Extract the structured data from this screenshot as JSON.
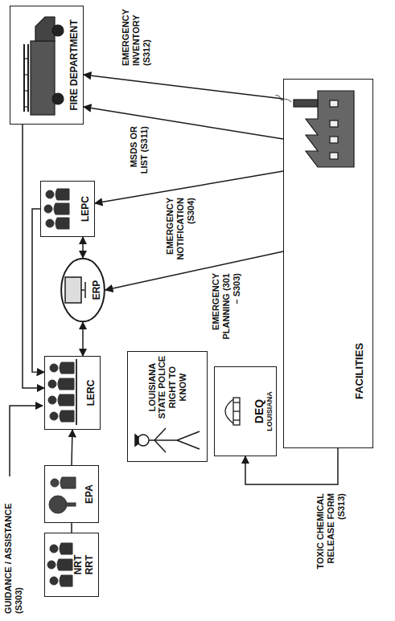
{
  "diagram": {
    "nodes": [
      {
        "text": [
          "NRT RRT"
        ]
      },
      {
        "text": [
          "EPA"
        ]
      },
      {
        "text": [
          "LERC"
        ]
      },
      {
        "text": [
          "ERP"
        ]
      },
      {
        "text": [
          "LEPC"
        ]
      },
      {
        "text": [
          "FIRE DEPARTMENT"
        ]
      },
      {
        "text": [
          "LOUISIANA STATE POLICE RIGHT TO KNOW"
        ]
      },
      {
        "text": [
          "DEQ",
          "LOUISIANA"
        ]
      },
      {
        "text": [
          "FACILITIES"
        ]
      }
    ],
    "edges": [
      {
        "from": 0,
        "to": 1,
        "arrow": "none"
      },
      {
        "from": 1,
        "to": 2,
        "arrow": "to"
      },
      {
        "from": 2,
        "to": 3,
        "arrow": "both"
      },
      {
        "from": 3,
        "to": 4,
        "arrow": "both"
      },
      {
        "from": 4,
        "to": 2,
        "arrow": "to"
      },
      {
        "from": 5,
        "to": 2,
        "arrow": "to"
      },
      {
        "from": 8,
        "to": 5,
        "label": "EMERGENCY INVENTORY (S312)",
        "arrow": "to"
      },
      {
        "from": 8,
        "to": 5,
        "label": "MSDS OR LIST (S311)",
        "arrow": "to"
      },
      {
        "from": 8,
        "to": 4,
        "label": "EMERGENCY NOTIFICATION (S304)",
        "arrow": "to"
      },
      {
        "from": 8,
        "to": 3,
        "label": "EMERGENCY PLANNING (301 – S303)",
        "arrow": "to"
      },
      {
        "from": 8,
        "to": 7,
        "label": "TOXIC CHEMICAL RELEASE FORM (S313)",
        "arrow": "to"
      }
    ],
    "labels": [
      "GUIDANCE / ASSISTANCE (S303)"
    ]
  }
}
